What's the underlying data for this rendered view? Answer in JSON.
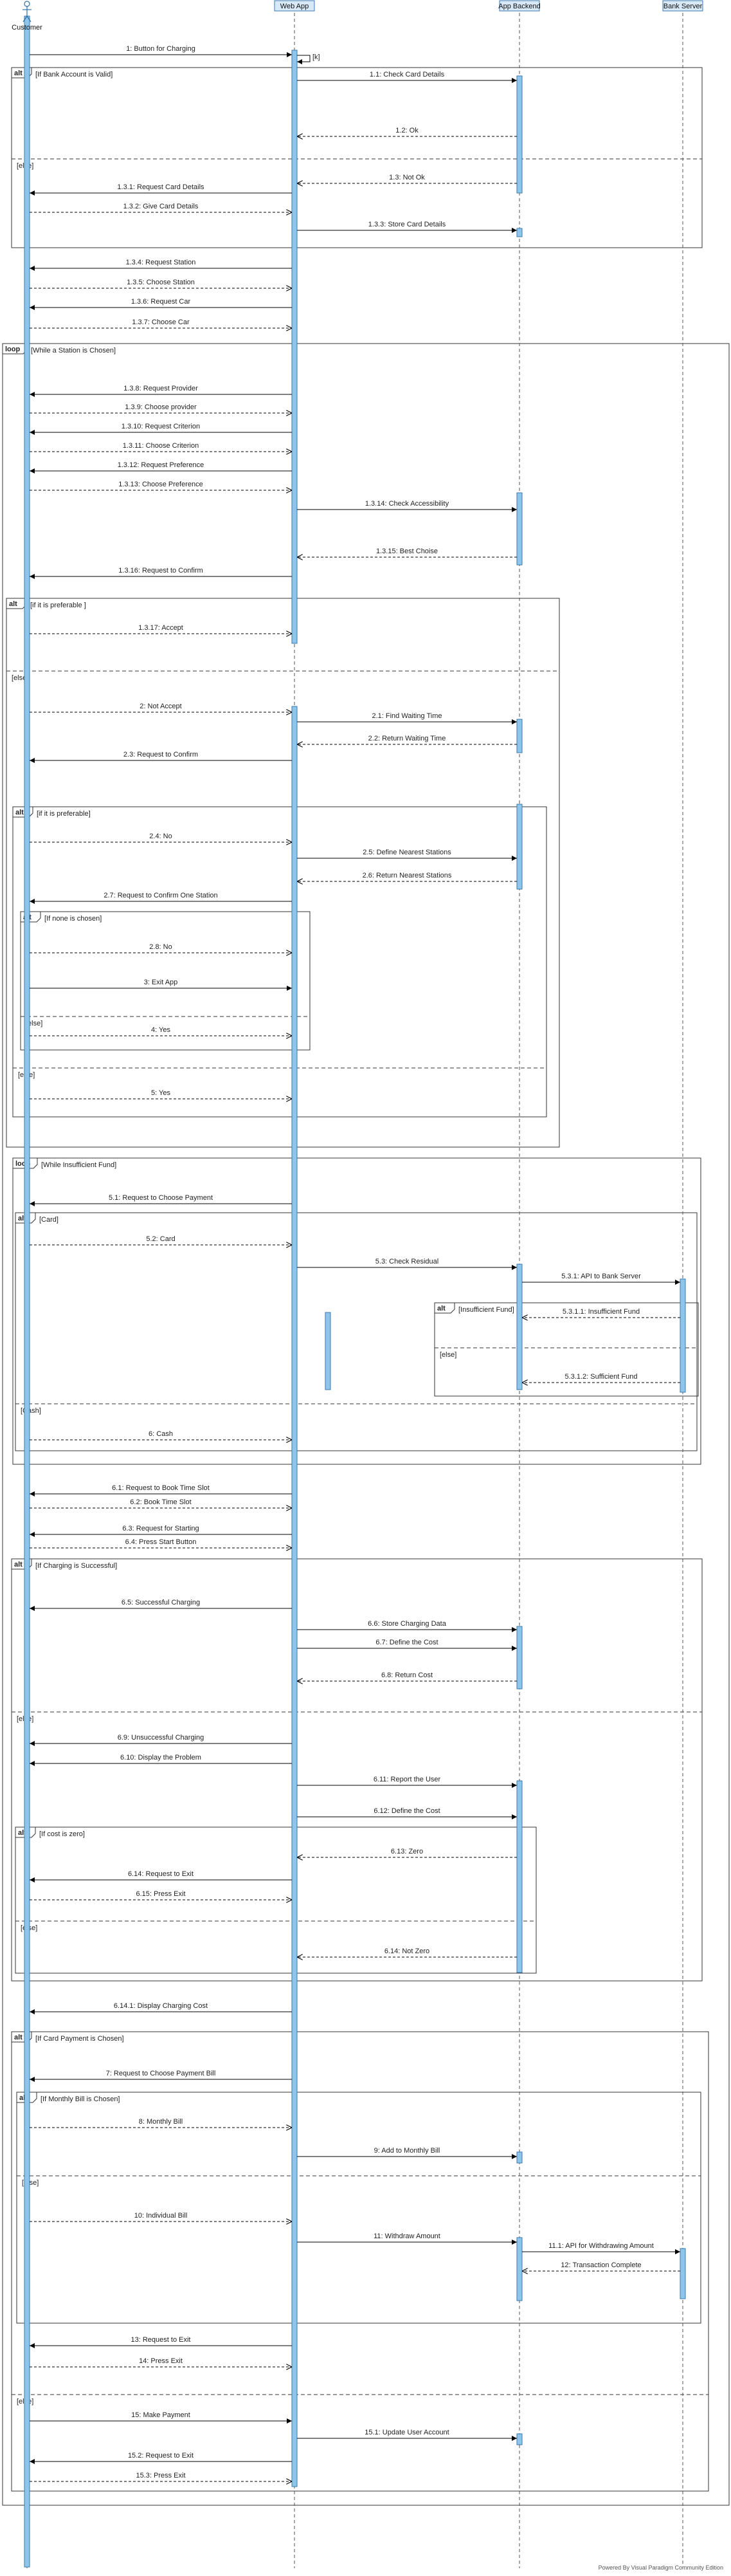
{
  "participants": [
    {
      "id": "customer",
      "name": "Customer"
    },
    {
      "id": "webapp",
      "name": "Web App"
    },
    {
      "id": "backend",
      "name": "App Backend"
    },
    {
      "id": "bank",
      "name": "Bank Server"
    }
  ],
  "messages": [
    {
      "label": "1: Button for Charging",
      "type": "sync"
    },
    {
      "label": "1.1: Check Card Details",
      "type": "sync"
    },
    {
      "label": "1.2: Ok",
      "type": "reply"
    },
    {
      "label": "1.3: Not Ok",
      "type": "reply"
    },
    {
      "label": "1.3.1: Request Card Details",
      "type": "sync"
    },
    {
      "label": "1.3.2: Give Card Details",
      "type": "reply"
    },
    {
      "label": "1.3.3: Store Card Details",
      "type": "sync"
    },
    {
      "label": "1.3.4: Request Station",
      "type": "sync"
    },
    {
      "label": "1.3.5: Choose Station",
      "type": "reply"
    },
    {
      "label": "1.3.6: Request Car",
      "type": "sync"
    },
    {
      "label": "1.3.7: Choose Car",
      "type": "reply"
    },
    {
      "label": "1.3.8: Request Provider",
      "type": "sync"
    },
    {
      "label": "1.3.9: Choose provider",
      "type": "reply"
    },
    {
      "label": "1.3.10: Request Criterion",
      "type": "sync"
    },
    {
      "label": "1.3.11: Choose Criterion",
      "type": "reply"
    },
    {
      "label": "1.3.12: Request Preference",
      "type": "sync"
    },
    {
      "label": "1.3.13: Choose Preference",
      "type": "reply"
    },
    {
      "label": "1.3.14: Check Accessibility",
      "type": "sync"
    },
    {
      "label": "1.3.15: Best Choise",
      "type": "reply"
    },
    {
      "label": "1.3.16: Request to Confirm",
      "type": "sync"
    },
    {
      "label": "1.3.17: Accept",
      "type": "reply"
    },
    {
      "label": "2: Not Accept",
      "type": "reply"
    },
    {
      "label": "2.1: Find Waiting Time",
      "type": "sync"
    },
    {
      "label": "2.2: Return Waiting Time",
      "type": "reply"
    },
    {
      "label": "2.3: Request to Confirm",
      "type": "sync"
    },
    {
      "label": "2.4: No",
      "type": "reply"
    },
    {
      "label": "2.5: Define Nearest Stations",
      "type": "sync"
    },
    {
      "label": "2.6: Return Nearest Stations",
      "type": "reply"
    },
    {
      "label": "2.7: Request to Confirm One Station",
      "type": "sync"
    },
    {
      "label": "2.8: No",
      "type": "reply"
    },
    {
      "label": "3: Exit App",
      "type": "sync"
    },
    {
      "label": "4: Yes",
      "type": "reply"
    },
    {
      "label": "5: Yes",
      "type": "reply"
    },
    {
      "label": "5.1: Request to Choose Payment",
      "type": "sync"
    },
    {
      "label": "5.2: Card",
      "type": "reply"
    },
    {
      "label": "5.3: Check Residual",
      "type": "sync"
    },
    {
      "label": "5.3.1: API to Bank Server",
      "type": "sync"
    },
    {
      "label": "5.3.1.1: Insufficient Fund",
      "type": "reply"
    },
    {
      "label": "5.3.1.2: Sufficient Fund",
      "type": "reply"
    },
    {
      "label": "6: Cash",
      "type": "reply"
    },
    {
      "label": "6.1: Request to Book Time Slot",
      "type": "sync"
    },
    {
      "label": "6.2: Book Time Slot",
      "type": "reply"
    },
    {
      "label": "6.3: Request for Starting",
      "type": "sync"
    },
    {
      "label": "6.4: Press Start Button",
      "type": "reply"
    },
    {
      "label": "6.5: Successful Charging",
      "type": "sync"
    },
    {
      "label": "6.6: Store Charging Data",
      "type": "sync"
    },
    {
      "label": "6.7: Define the Cost",
      "type": "sync"
    },
    {
      "label": "6.8: Return Cost",
      "type": "reply"
    },
    {
      "label": "6.9: Unsuccessful Charging",
      "type": "sync"
    },
    {
      "label": "6.10: Display the Problem",
      "type": "sync"
    },
    {
      "label": "6.11: Report the User",
      "type": "sync"
    },
    {
      "label": "6.12: Define the Cost",
      "type": "sync"
    },
    {
      "label": "6.13: Zero",
      "type": "reply"
    },
    {
      "label": "6.14: Request to Exit",
      "type": "sync"
    },
    {
      "label": "6.15: Press Exit",
      "type": "reply"
    },
    {
      "label": "6.14: Not Zero",
      "type": "reply"
    },
    {
      "label": "6.14.1: Display Charging Cost",
      "type": "sync"
    },
    {
      "label": "7: Request to Choose Payment Bill",
      "type": "sync"
    },
    {
      "label": "8: Monthly Bill",
      "type": "reply"
    },
    {
      "label": "9: Add to Monthly Bill",
      "type": "sync"
    },
    {
      "label": "10: Individual Bill",
      "type": "reply"
    },
    {
      "label": "11: Withdraw Amount",
      "type": "sync"
    },
    {
      "label": "11.1: API for Withdrawing Amount",
      "type": "sync"
    },
    {
      "label": "12: Transaction Complete",
      "type": "reply"
    },
    {
      "label": "13: Request to Exit",
      "type": "sync"
    },
    {
      "label": "14: Press Exit",
      "type": "reply"
    },
    {
      "label": "15: Make Payment",
      "type": "sync"
    },
    {
      "label": "15.1: Update User Account",
      "type": "sync"
    },
    {
      "label": "15.2: Request to Exit",
      "type": "sync"
    },
    {
      "label": "15.3: Press Exit",
      "type": "reply"
    }
  ],
  "fragments": [
    {
      "operator": "alt",
      "guards": [
        "[If Bank Account is Valid]",
        "[else]"
      ]
    },
    {
      "operator": "loop",
      "guards": [
        "[While a Station is Chosen]"
      ]
    },
    {
      "operator": "alt",
      "guards": [
        "[if it is preferable ]",
        "[else]"
      ]
    },
    {
      "operator": "alt",
      "guards": [
        "[if it is preferable]",
        "[else]"
      ]
    },
    {
      "operator": "alt",
      "guards": [
        "[If none is chosen]",
        "[else]"
      ]
    },
    {
      "operator": "loop",
      "guards": [
        "[While Insufficient Fund]"
      ]
    },
    {
      "operator": "alt",
      "guards": [
        "[Card]",
        "[Cash]"
      ]
    },
    {
      "operator": "alt",
      "guards": [
        "[Insufficient Fund]",
        "[else]"
      ]
    },
    {
      "operator": "alt",
      "guards": [
        "[If Charging is Successful]",
        "[else]"
      ]
    },
    {
      "operator": "alt",
      "guards": [
        "[If cost is zero]",
        "[else]"
      ]
    },
    {
      "operator": "alt",
      "guards": [
        "[If Card Payment is Chosen]",
        "[else]"
      ]
    },
    {
      "operator": "alt",
      "guards": [
        "[If Monthly Bill is Chosen]",
        "[else]"
      ]
    }
  ],
  "self_note": "[k]",
  "footer": "Powered By Visual Paradigm Community Edition"
}
